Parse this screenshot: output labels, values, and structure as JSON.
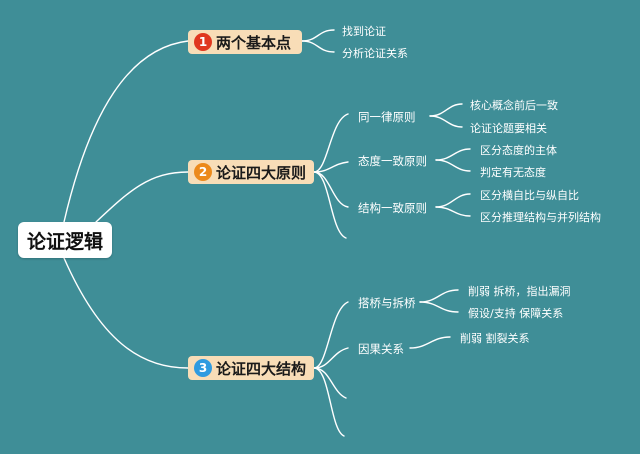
{
  "colors": {
    "background": "#3f8e97",
    "branch_fill": "#f8ddb7",
    "badge1": "#e0371f",
    "badge2": "#ec8a1c",
    "badge3": "#2f9be0",
    "line": "#ffffff"
  },
  "root": {
    "label": "论证逻辑"
  },
  "branches": [
    {
      "num": "1",
      "label": "两个基本点",
      "leaves": [
        "找到论证",
        "分析论证关系"
      ]
    },
    {
      "num": "2",
      "label": "论证四大原则",
      "subs": [
        {
          "label": "同一律原则",
          "leaves": [
            "核心概念前后一致",
            "论证论题要相关"
          ]
        },
        {
          "label": "态度一致原则",
          "leaves": [
            "区分态度的主体",
            "判定有无态度"
          ]
        },
        {
          "label": "结构一致原则",
          "leaves": [
            "区分横自比与纵自比",
            "区分推理结构与并列结构"
          ]
        }
      ]
    },
    {
      "num": "3",
      "label": "论证四大结构",
      "subs": [
        {
          "label": "搭桥与拆桥",
          "leaves": [
            "削弱  拆桥，指出漏洞",
            "假设/支持  保障关系"
          ]
        },
        {
          "label": "因果关系",
          "leaves": [
            "削弱  割裂关系"
          ]
        }
      ]
    }
  ]
}
